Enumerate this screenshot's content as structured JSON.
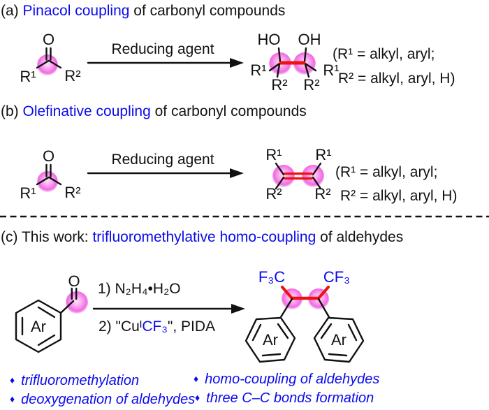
{
  "colors": {
    "accent_blue": "#0a0aee",
    "bond_red": "#ee1111",
    "highlight_pink": "#f06ae2",
    "text_black": "#111111"
  },
  "section_a": {
    "label_prefix": "(a) ",
    "title_highlight": "Pinacol coupling",
    "title_suffix": " of carbonyl compounds",
    "arrow_label": "Reducing agent",
    "reactant": {
      "o": "O",
      "r1": "R¹",
      "r2": "R²"
    },
    "product": {
      "ho": "HO",
      "oh": "OH",
      "r1_left": "R¹",
      "r1_right": "R¹",
      "r2_left": "R²",
      "r2_right": "R²"
    },
    "legend_line1": "(R¹ = alkyl, aryl;",
    "legend_line2": "R² = alkyl, aryl, H)"
  },
  "section_b": {
    "label_prefix": "(b) ",
    "title_highlight": "Olefinative coupling",
    "title_suffix": " of carbonyl compounds",
    "arrow_label": "Reducing agent",
    "reactant": {
      "o": "O",
      "r1": "R¹",
      "r2": "R²"
    },
    "product": {
      "r1_left": "R¹",
      "r1_right": "R¹",
      "r2_left": "R²",
      "r2_right": "R²"
    },
    "legend_line1": "(R¹ = alkyl, aryl;",
    "legend_line2": "R² = alkyl, aryl, H)"
  },
  "section_c": {
    "label_prefix": "(c) This work: ",
    "title_highlight": "trifluoromethylative homo-coupling",
    "title_suffix": " of aldehydes",
    "conditions_step1": "1) N₂H₄•H₂O",
    "conditions_step2_prefix": "2) \"Cuᴵ",
    "conditions_step2_cf3": "CF₃",
    "conditions_step2_suffix": "\", PIDA",
    "reactant": {
      "o": "O",
      "ar": "Ar"
    },
    "product": {
      "f3c": "F₃C",
      "cf3": "CF₃",
      "ar_left": "Ar",
      "ar_right": "Ar"
    }
  },
  "bullets": {
    "marker": "♦",
    "items": [
      "trifluoromethylation",
      "deoxygenation of aldehydes",
      "homo-coupling of aldehydes",
      "three C–C bonds formation"
    ]
  }
}
